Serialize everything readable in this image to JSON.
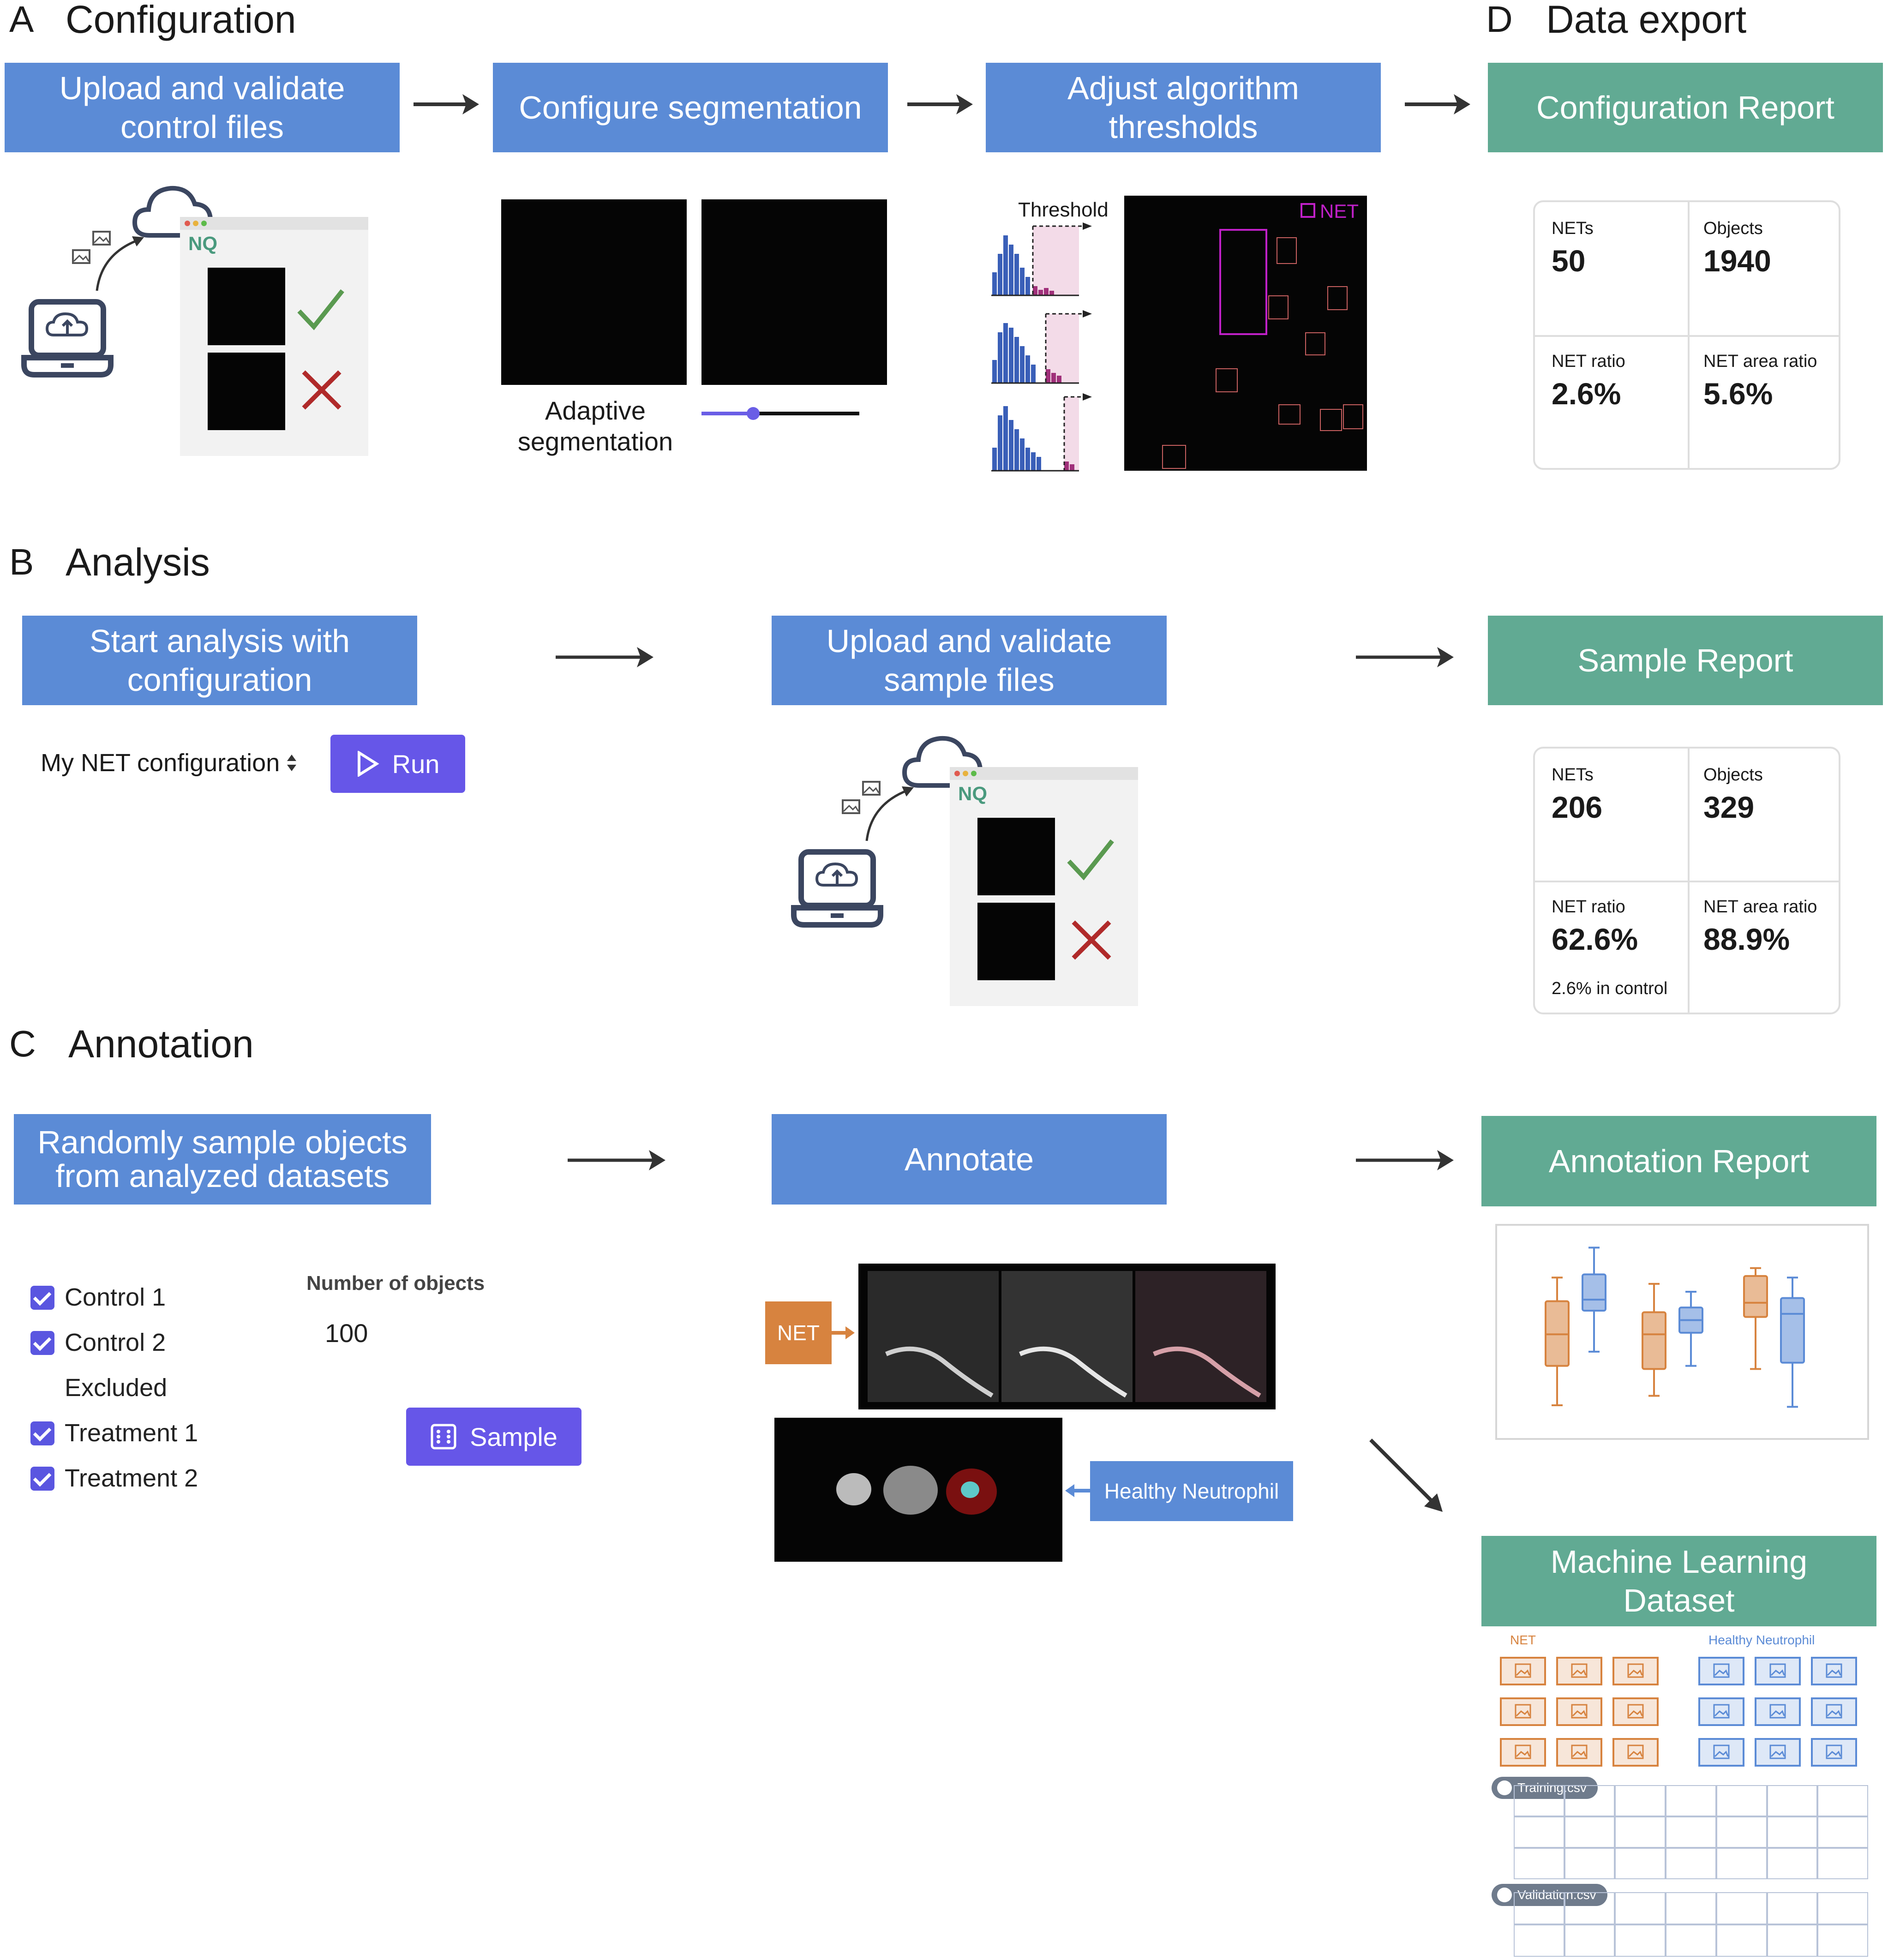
{
  "sections": {
    "a": {
      "letter": "A",
      "title": "Configuration"
    },
    "b": {
      "letter": "B",
      "title": "Analysis"
    },
    "c": {
      "letter": "C",
      "title": "Annotation"
    },
    "d": {
      "letter": "D",
      "title": "Data export"
    }
  },
  "configuration": {
    "step1": "Upload and validate control files",
    "step2": "Configure segmentation",
    "step3": "Adjust algorithm thresholds",
    "app_badge": "NQ",
    "adaptive_label": "Adaptive segmentation",
    "threshold_label": "Threshold",
    "net_legend": "NET"
  },
  "data_export": {
    "configuration_report": {
      "title": "Configuration Report",
      "nets_label": "NETs",
      "nets_value": "50",
      "objects_label": "Objects",
      "objects_value": "1940",
      "ratio_label": "NET ratio",
      "ratio_value": "2.6%",
      "area_label": "NET area ratio",
      "area_value": "5.6%"
    },
    "sample_report": {
      "title": "Sample Report",
      "nets_label": "NETs",
      "nets_value": "206",
      "objects_label": "Objects",
      "objects_value": "329",
      "ratio_label": "NET ratio",
      "ratio_value": "62.6%",
      "ratio_sub": "2.6% in control",
      "area_label": "NET area ratio",
      "area_value": "88.9%"
    },
    "annotation_report": {
      "title": "Annotation Report"
    },
    "ml_dataset": {
      "title": "Machine Learning Dataset",
      "net_label": "NET",
      "healthy_label": "Healthy Neutrophil",
      "training_file": "Training.csv",
      "validation_file": "Validation.csv"
    }
  },
  "analysis": {
    "step1": "Start analysis with configuration",
    "step2": "Upload and validate sample files",
    "config_select": "My NET configuration",
    "run_button": "Run",
    "app_badge": "NQ"
  },
  "annotation": {
    "step1": "Randomly sample objects from analyzed datasets",
    "step2": "Annotate",
    "datasets": [
      {
        "label": "Control 1",
        "checked": true
      },
      {
        "label": "Control 2",
        "checked": true
      },
      {
        "label": "Excluded",
        "checked": false
      },
      {
        "label": "Treatment 1",
        "checked": true
      },
      {
        "label": "Treatment 2",
        "checked": true
      }
    ],
    "num_objects_label": "Number of objects",
    "num_objects_value": "100",
    "sample_button": "Sample",
    "net_tag": "NET",
    "healthy_tag": "Healthy Neutrophil"
  },
  "colors": {
    "step_blue": "#5b8bd6",
    "report_green": "#61aa93",
    "button_purple": "#6656e8",
    "net_orange": "#d7833f",
    "healthy_blue": "#5b8bd6"
  },
  "chart_data": {
    "type": "box",
    "groups": 3,
    "series": [
      {
        "color": "#d7833f",
        "boxes": [
          {
            "min": 0.12,
            "q1": 0.37,
            "median": 0.57,
            "q3": 0.78,
            "max": 0.93
          },
          {
            "min": 0.18,
            "q1": 0.35,
            "median": 0.57,
            "q3": 0.71,
            "max": 0.89
          },
          {
            "min": 0.35,
            "q1": 0.68,
            "median": 0.77,
            "q3": 0.94,
            "max": 0.99
          }
        ]
      },
      {
        "color": "#5b8bd6",
        "boxes": [
          {
            "min": 0.46,
            "q1": 0.72,
            "median": 0.79,
            "q3": 0.95,
            "max": 1.12
          },
          {
            "min": 0.37,
            "q1": 0.58,
            "median": 0.66,
            "q3": 0.74,
            "max": 0.84
          },
          {
            "min": 0.11,
            "q1": 0.39,
            "median": 0.7,
            "q3": 0.8,
            "max": 0.93
          }
        ]
      }
    ]
  }
}
